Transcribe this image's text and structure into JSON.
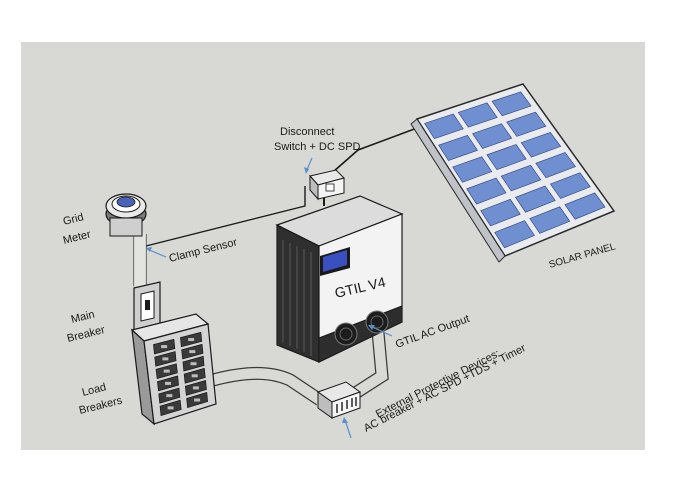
{
  "labels": {
    "disconnect_line1": "Disconnect",
    "disconnect_line2": "Switch + DC SPD",
    "grid_meter_line1": "Grid",
    "grid_meter_line2": "Meter",
    "clamp_sensor": "Clamp Sensor",
    "solar_panel": "SOLAR PANEL",
    "inverter_name": "GTIL V4",
    "gtil_ac_output": "GTIL AC Output",
    "main_breaker_line1": "Main",
    "main_breaker_line2": "Breaker",
    "load_breakers_line1": "Load",
    "load_breakers_line2": "Breakers",
    "protective_line1": "External Protective Devices:",
    "protective_line2": "AC breaker + AC SPD +TDS + Timer"
  },
  "colors": {
    "background_panel": "#d8d9d4",
    "solar_cell": "#6f8fd1",
    "inverter_body": "#f2f2f2",
    "inverter_side": "#2d2d2d",
    "lcd_screen": "#3a4fc0",
    "arrow": "#5b8fc9"
  }
}
